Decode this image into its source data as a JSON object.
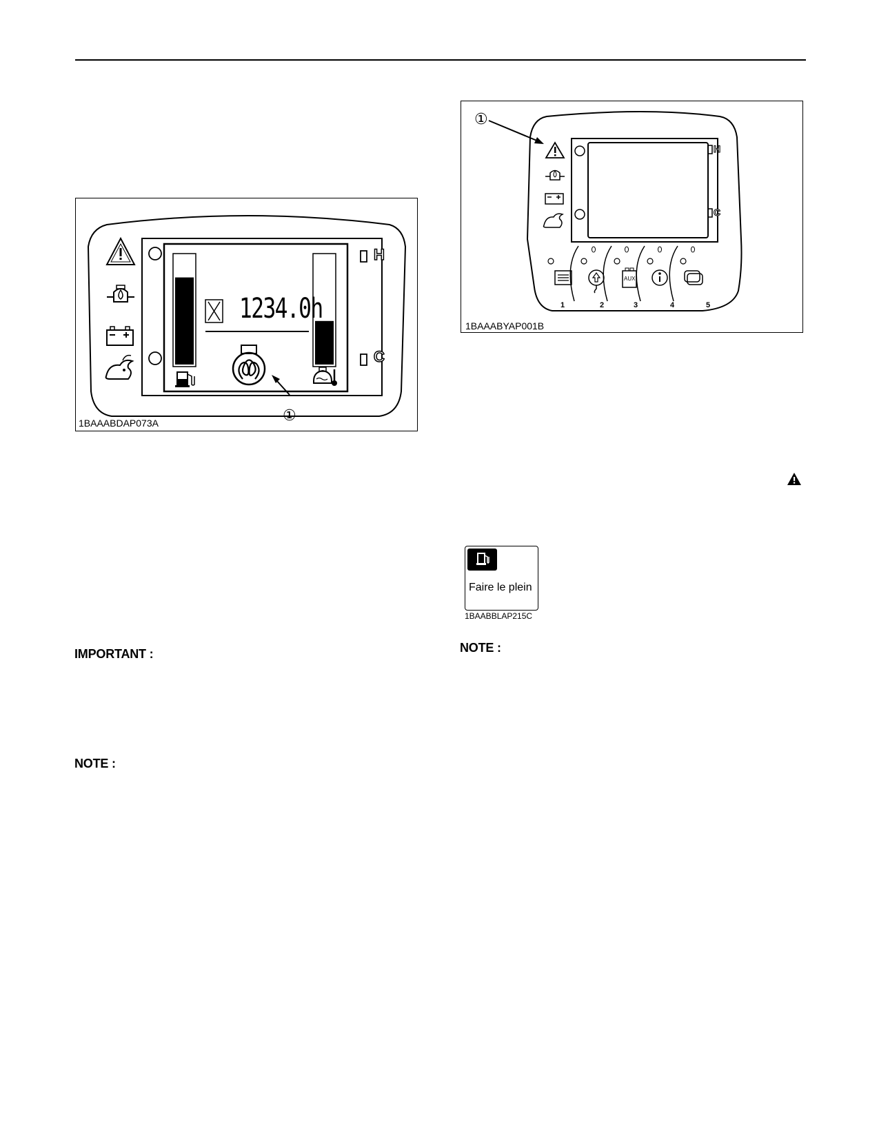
{
  "figure_left": {
    "image_code": "1BAAABDAP073A",
    "hour_meter": "1234.0h",
    "gauge_h": "H",
    "gauge_c": "C",
    "callout": "①",
    "fuel_level": 0.8,
    "coolant_temp_level": 0.4
  },
  "figure_right": {
    "image_code": "1BAAABYAP001B",
    "gauge_h": "H",
    "gauge_c": "C",
    "callout": "①",
    "button_numbers": [
      "1",
      "2",
      "3",
      "4",
      "5"
    ],
    "aux_label": "AUX"
  },
  "fuel_message": {
    "label": "Faire le plein",
    "image_code": "1BAABBLAP215C"
  },
  "headings": {
    "important": "IMPORTANT :",
    "note_left": "NOTE :",
    "note_right": "NOTE :"
  },
  "icons": {
    "warning": "warning-triangle-icon",
    "oil": "oil-pressure-icon",
    "battery": "battery-charge-icon",
    "rabbit": "rabbit-speed-icon",
    "fuel": "fuel-pump-icon",
    "coolant": "coolant-temperature-icon",
    "glow": "glow-plug-icon",
    "hourglass": "hourglass-icon"
  }
}
